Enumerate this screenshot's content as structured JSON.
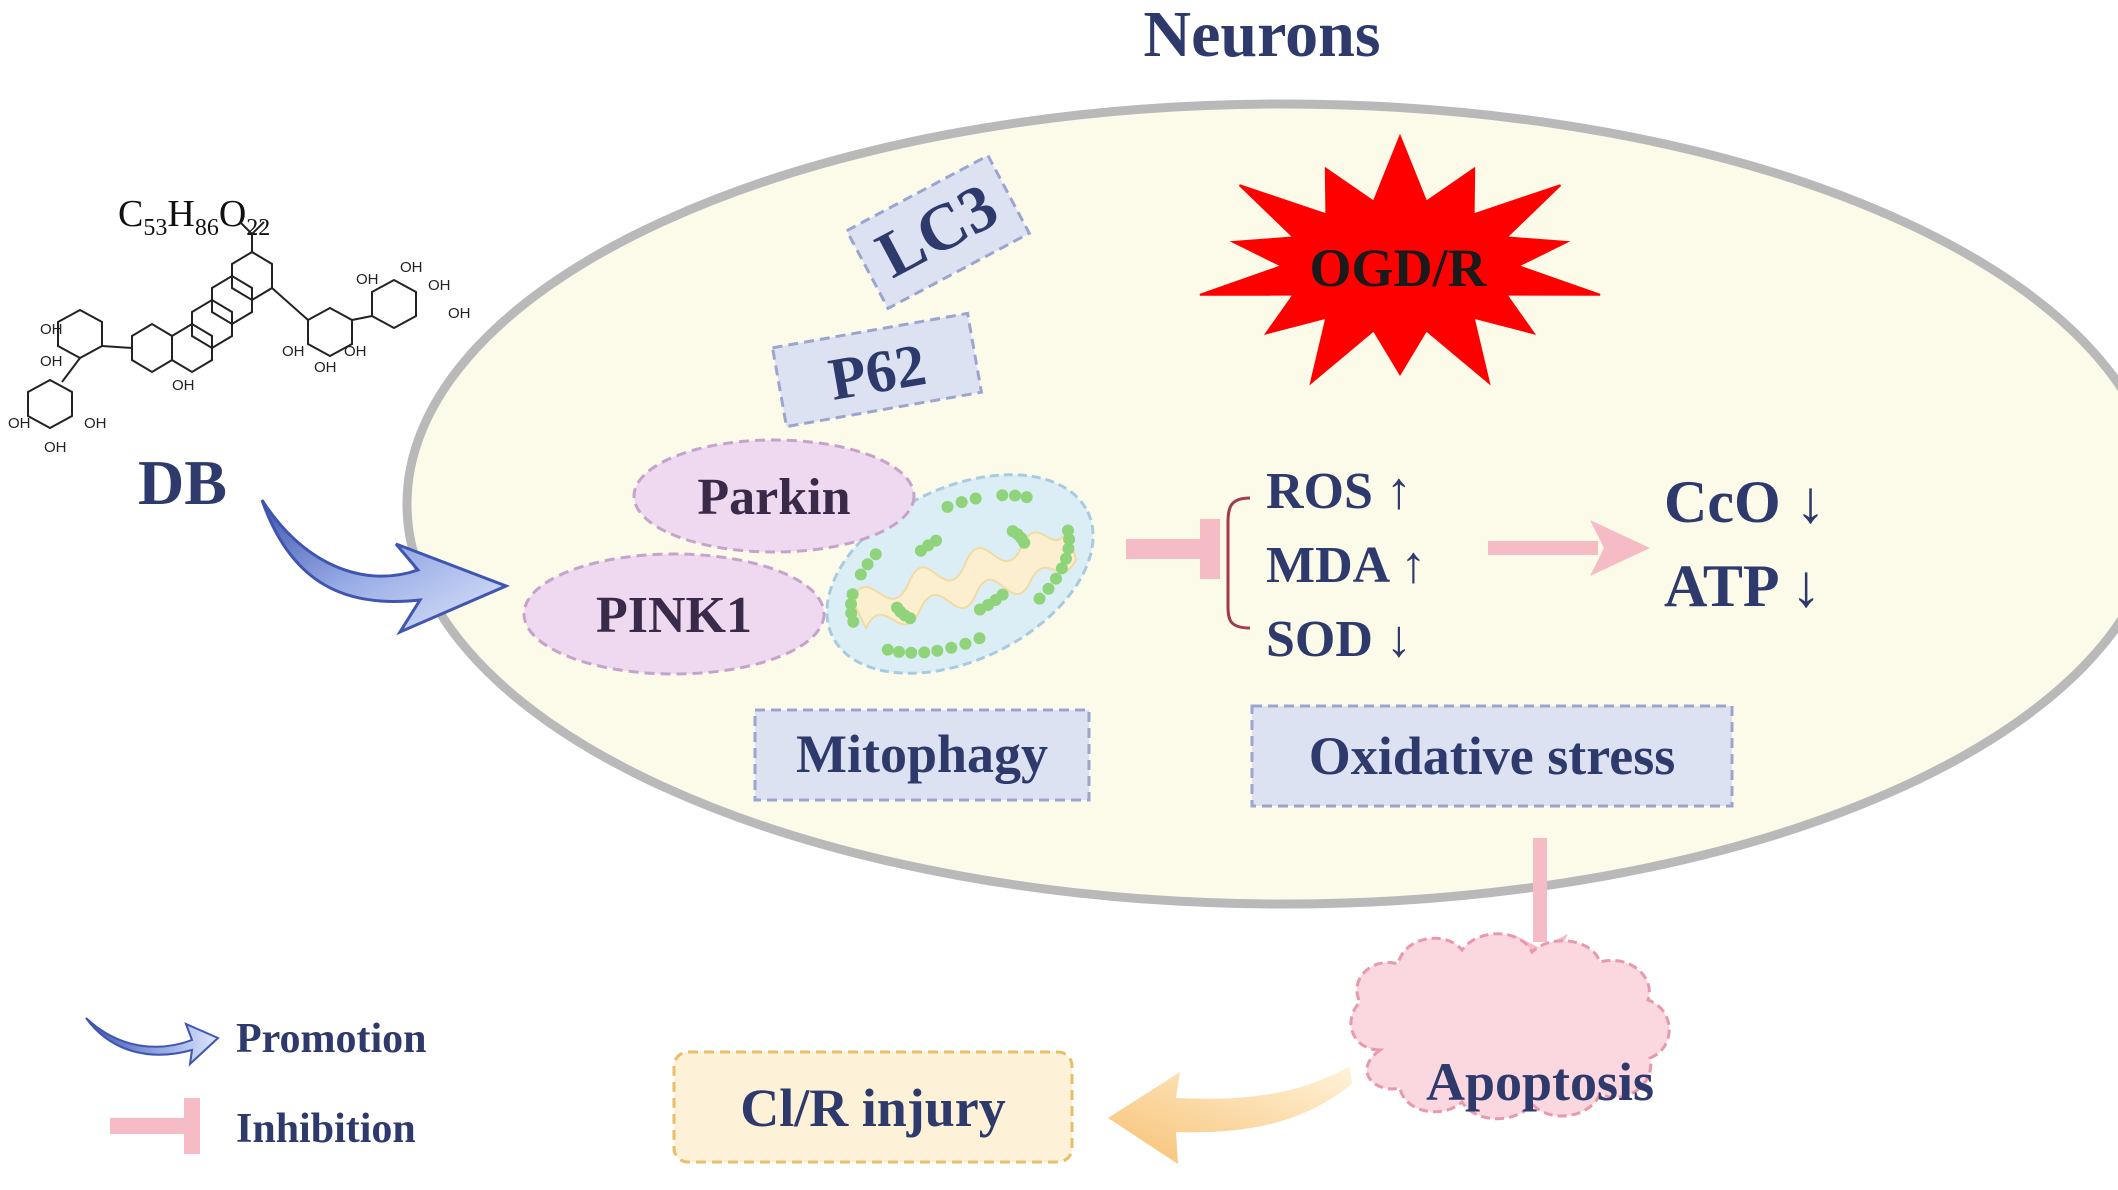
{
  "title": "Neurons",
  "compound": {
    "formula_parts": [
      "C",
      "53",
      "H",
      "86",
      "O",
      "22"
    ],
    "name": "DB",
    "atom_label": "OH"
  },
  "stimulus": "OGD/R",
  "mitophagy": {
    "markers": [
      "LC3",
      "P62"
    ],
    "proteins": [
      "Parkin",
      "PINK1"
    ],
    "label": "Mitophagy"
  },
  "oxidative": {
    "items": [
      "ROS ↑",
      "MDA ↑",
      "SOD ↓"
    ],
    "label": "Oxidative stress"
  },
  "energy": {
    "items": [
      "CcO ↓",
      "ATP ↓"
    ]
  },
  "outcomes": {
    "apoptosis": "Apoptosis",
    "injury": "Cl/R injury"
  },
  "legend": {
    "promotion": "Promotion",
    "inhibition": "Inhibition"
  },
  "colors": {
    "navy": "#2e3a6c",
    "cell_fill": "#fcfbea",
    "cell_border": "#b9b9b9",
    "box_fill": "#dde2f3",
    "box_border": "#9aa6cf",
    "protein_fill": "#efd9f1",
    "protein_border": "#c6a3cb",
    "pink_arrow": "#f6bcc6",
    "burst": "#ff0000",
    "apoptosis_fill": "#fbd7e0",
    "injury_fill": "#fdf2d8",
    "injury_border": "#e9bd6a",
    "orange_arrow": "#f9c97d",
    "mito_fill": "#dbeef6",
    "mito_dot": "#8fd47b"
  }
}
